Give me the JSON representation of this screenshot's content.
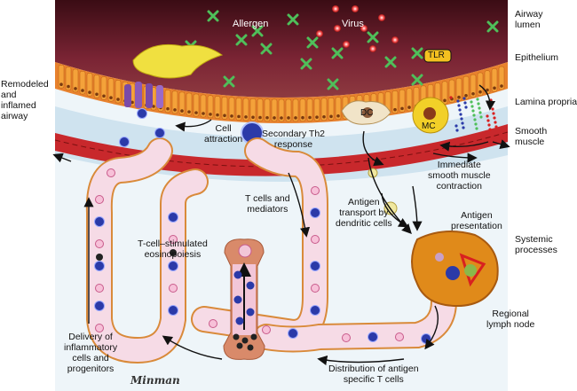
{
  "labels": {
    "allergen": "Allergen",
    "virus": "Virus",
    "tlr": "TLR",
    "airway_lumen": "Airway\nlumen",
    "epithelium": "Epithelium",
    "lamina_propria": "Lamina propria",
    "smooth_muscle": "Smooth\nmuscle",
    "systemic_processes": "Systemic\nprocesses",
    "remodeled_airway": "Remodeled\nand\ninflamed\nairway",
    "dc": "DC",
    "mc": "MC",
    "cell_attraction": "Cell\nattraction",
    "secondary_th2": "Secondary Th2\nresponse",
    "immediate_contraction": "Immediate\nsmooth muscle\ncontraction",
    "t_cells_mediators": "T cells and\nmediators",
    "antigen_transport": "Antigen\ntransport by\ndendritic cells",
    "antigen_presentation": "Antigen\npresentation",
    "eosinopoiesis": "T-cell–stimulated\neosinopoiesis",
    "regional_lymph_node": "Regional\nlymph node",
    "delivery": "Delivery of\ninflammatory\ncells and\nprogenitors",
    "distribution": "Distribution of antigen\nspecific T cells",
    "signature": "Minman"
  },
  "colors": {
    "lumen": "#6e1e2c",
    "epithelium": "#e87a2a",
    "lamina": "#dcecf4",
    "muscle": "#c8282c",
    "vessel": "#f6dbe6",
    "vessel_border": "#d98a3a",
    "blue_cell": "#2b3aa8",
    "allergen": "#4fbf5a",
    "bone": "#d98a6a",
    "lymph_node": "#e08a1a"
  }
}
